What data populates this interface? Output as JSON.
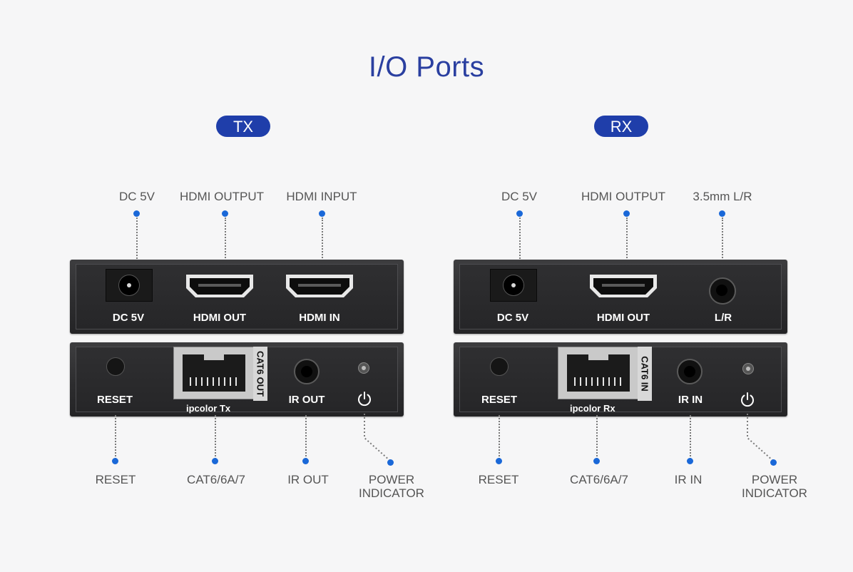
{
  "page": {
    "title": "I/O Ports"
  },
  "tx": {
    "badge": "TX",
    "top_callouts": [
      "DC 5V",
      "HDMI OUTPUT",
      "HDMI INPUT"
    ],
    "front_panel": {
      "dc": "DC 5V",
      "hdmi_out": "HDMI OUT",
      "hdmi_in": "HDMI IN"
    },
    "rear_panel": {
      "reset": "RESET",
      "brand": "ipcolor Tx",
      "cat_label": "CAT6 OUT",
      "ir": "IR OUT"
    },
    "bottom_callouts": {
      "reset": "RESET",
      "cat": "CAT6/6A/7",
      "ir": "IR OUT",
      "power_line1": "POWER",
      "power_line2": "INDICATOR"
    }
  },
  "rx": {
    "badge": "RX",
    "top_callouts": [
      "DC 5V",
      "HDMI OUTPUT",
      "3.5mm L/R"
    ],
    "front_panel": {
      "dc": "DC 5V",
      "hdmi_out": "HDMI OUT",
      "audio": "L/R"
    },
    "rear_panel": {
      "reset": "RESET",
      "brand": "ipcolor Rx",
      "cat_label": "CAT6 IN",
      "ir": "IR IN"
    },
    "bottom_callouts": {
      "reset": "RESET",
      "cat": "CAT6/6A/7",
      "ir": "IR IN",
      "power_line1": "POWER",
      "power_line2": "INDICATOR"
    }
  },
  "colors": {
    "accent": "#1f3eaa",
    "title": "#2a3fa0",
    "dot": "#1a68d8",
    "panel": "#2d2d2f"
  }
}
